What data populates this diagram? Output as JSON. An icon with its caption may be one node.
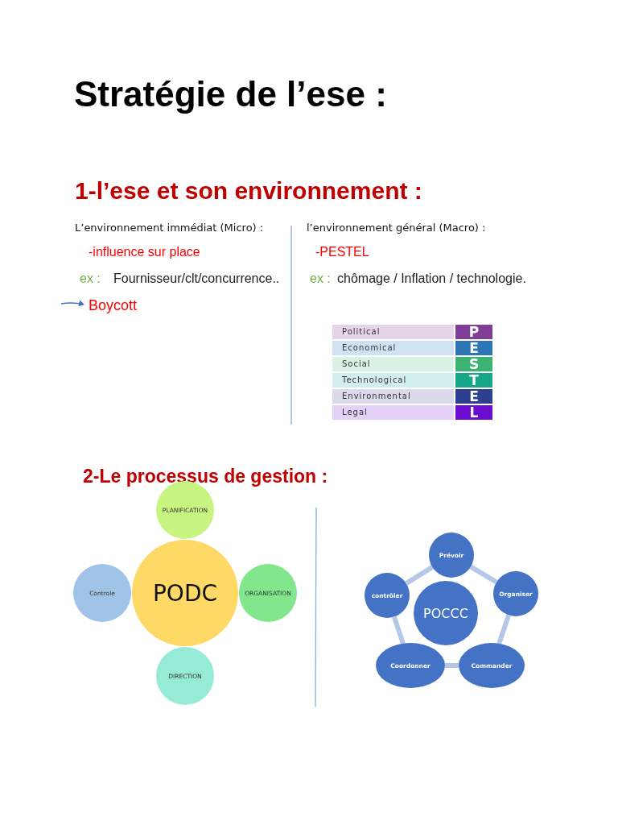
{
  "diagram": {
    "title": "Stratégie de l’ese :",
    "nodes": [
      {
        "text": [
          "Boycott"
        ]
      },
      {
        "text": [
          "PLANIFICATION"
        ]
      },
      {
        "text": [
          "Controle"
        ]
      },
      {
        "text": [
          "PODC"
        ]
      },
      {
        "text": [
          "ORGANISATION"
        ]
      },
      {
        "text": [
          "DIRECTION"
        ]
      },
      {
        "text": [
          "Prévoir"
        ]
      },
      {
        "text": [
          "contrôler"
        ]
      },
      {
        "text": [
          "POCCC"
        ]
      },
      {
        "text": [
          "Organiser"
        ]
      },
      {
        "text": [
          "Coordonner"
        ]
      },
      {
        "text": [
          "Commander"
        ]
      }
    ],
    "edges": [
      {
        "from": null,
        "to": 0,
        "arrow": "to",
        "color": "#4472c4"
      },
      {
        "from": 6,
        "to": 9,
        "arrow": "none"
      },
      {
        "from": 9,
        "to": 11,
        "arrow": "none"
      },
      {
        "from": 11,
        "to": 10,
        "arrow": "none"
      },
      {
        "from": 10,
        "to": 7,
        "arrow": "none"
      },
      {
        "from": 7,
        "to": 6,
        "arrow": "none"
      }
    ],
    "labels": [
      "1-l’ese et son environnement :",
      "L’environnement immédiat (Micro) :",
      "-influence sur place",
      "ex :",
      "Fournisseur/clt/concurrence..",
      "l’environnement général (Macro) :",
      "-PESTEL",
      "ex :",
      "chômage / Inflation / technologie.",
      "Political",
      "P",
      "Economical",
      "E",
      "Social",
      "S",
      "Technological",
      "T",
      "Environmental",
      "E",
      "Legal",
      "L",
      "2-Le processus de gestion :"
    ]
  }
}
